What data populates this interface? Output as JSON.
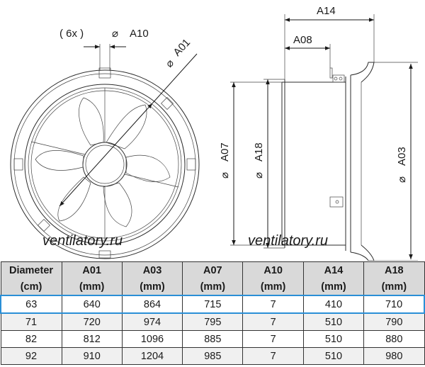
{
  "drawing": {
    "front_view": {
      "count_label": "( 6x )",
      "dim_a10": "A10",
      "dim_a01": "A01",
      "diameter_symbol": "⌀"
    },
    "side_view": {
      "dim_a14": "A14",
      "dim_a08": "A08",
      "dim_a07": "A07",
      "dim_a18": "A18",
      "dim_a03": "A03"
    },
    "watermark": "ventilatory.ru"
  },
  "table": {
    "headers": [
      "Diameter",
      "A01",
      "A03",
      "A07",
      "A10",
      "A14",
      "A18"
    ],
    "units": [
      "(cm)",
      "(mm)",
      "(mm)",
      "(mm)",
      "(mm)",
      "(mm)",
      "(mm)"
    ],
    "rows": [
      [
        "63",
        "640",
        "864",
        "715",
        "7",
        "410",
        "710"
      ],
      [
        "71",
        "720",
        "974",
        "795",
        "7",
        "510",
        "790"
      ],
      [
        "82",
        "812",
        "1096",
        "885",
        "7",
        "510",
        "880"
      ],
      [
        "92",
        "910",
        "1204",
        "985",
        "7",
        "510",
        "980"
      ]
    ],
    "highlighted_row": 0,
    "highlight_color": "#2a8fd6"
  }
}
